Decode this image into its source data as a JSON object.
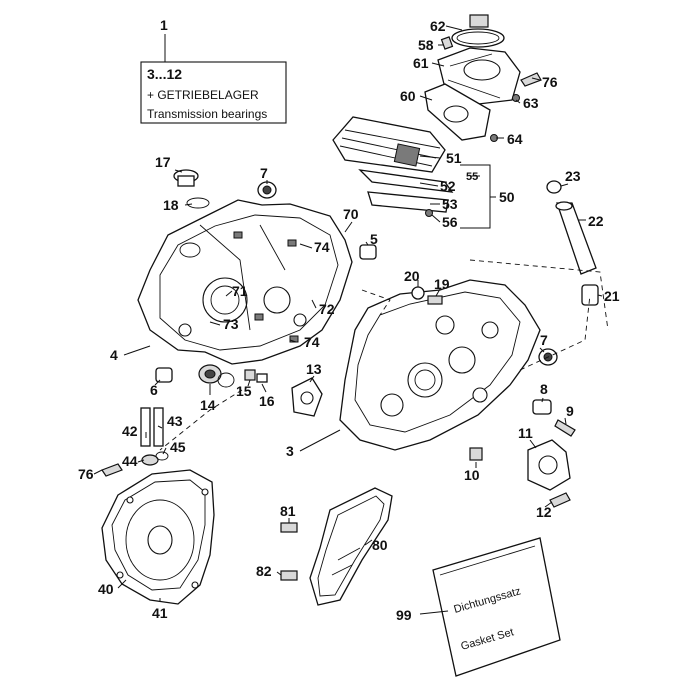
{
  "callouts": {
    "c1": "1",
    "c3_12": "3...12",
    "c_getriebelager": "+ GETRIEBELAGER",
    "c_transmission": "Transmission bearings",
    "c62": "62",
    "c58": "58",
    "c61": "61",
    "c76a": "76",
    "c60": "60",
    "c63": "63",
    "c64": "64",
    "c51": "51",
    "c55": "55",
    "c52": "52",
    "c50": "50",
    "c53": "53",
    "c56": "56",
    "c17": "17",
    "c7a": "7",
    "c18": "18",
    "c70": "70",
    "c5": "5",
    "c23": "23",
    "c22": "22",
    "c74a": "74",
    "c20": "20",
    "c19": "19",
    "c21": "21",
    "c71": "71",
    "c72": "72",
    "c73": "73",
    "c74b": "74",
    "c4": "4",
    "c7b": "7",
    "c13": "13",
    "c6": "6",
    "c15": "15",
    "c16": "16",
    "c14": "14",
    "c8": "8",
    "c9": "9",
    "c3": "3",
    "c11": "11",
    "c42": "42",
    "c43": "43",
    "c45": "45",
    "c44": "44",
    "c76b": "76",
    "c10": "10",
    "c12": "12",
    "c81": "81",
    "c80": "80",
    "c82": "82",
    "c40": "40",
    "c41": "41",
    "c99": "99"
  },
  "gasket_bag": {
    "line1": "Dichtungssatz",
    "line2": "Gasket Set"
  }
}
